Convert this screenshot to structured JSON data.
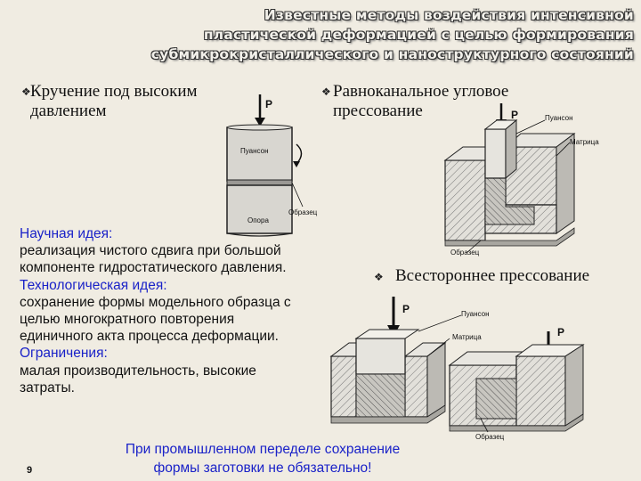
{
  "title": {
    "line1": "Известные методы воздействия интенсивной",
    "line2": "пластической деформацией с целью формирования",
    "line3": "субмикрокристаллического и наноструктурного состояний"
  },
  "bullets": {
    "hpt_line1": "Кручение под высоким",
    "hpt_line2": "давлением",
    "ecap_line1": "Равноканальное угловое",
    "ecap_line2": "прессование",
    "multi": "Всестороннее прессование"
  },
  "idea": {
    "l1": "Научная идея:",
    "l2": "реализация чистого сдвига при большой",
    "l3": "компоненте гидростатического давления.",
    "l4": "Технологическая идея:",
    "l5": "сохранение формы модельного образца с",
    "l6": "целью многократного повторения",
    "l7": "единичного акта процесса деформации.",
    "l8": "Ограничения:",
    "l9": "малая производительность, высокие",
    "l10": "затраты."
  },
  "labels": {
    "p": "P",
    "punch": "Пуансон",
    "support": "Опора",
    "sample": "Образец",
    "punch2": "Пуансон",
    "matrix": "Матрица",
    "sample2": "Образец",
    "punch3": "Пуансон",
    "matrix3": "Матрица",
    "sample3": "Образец"
  },
  "footer": {
    "l1": "При промышленном переделе сохранение",
    "l2": "формы заготовки не обязательно!"
  },
  "page_number": "9"
}
